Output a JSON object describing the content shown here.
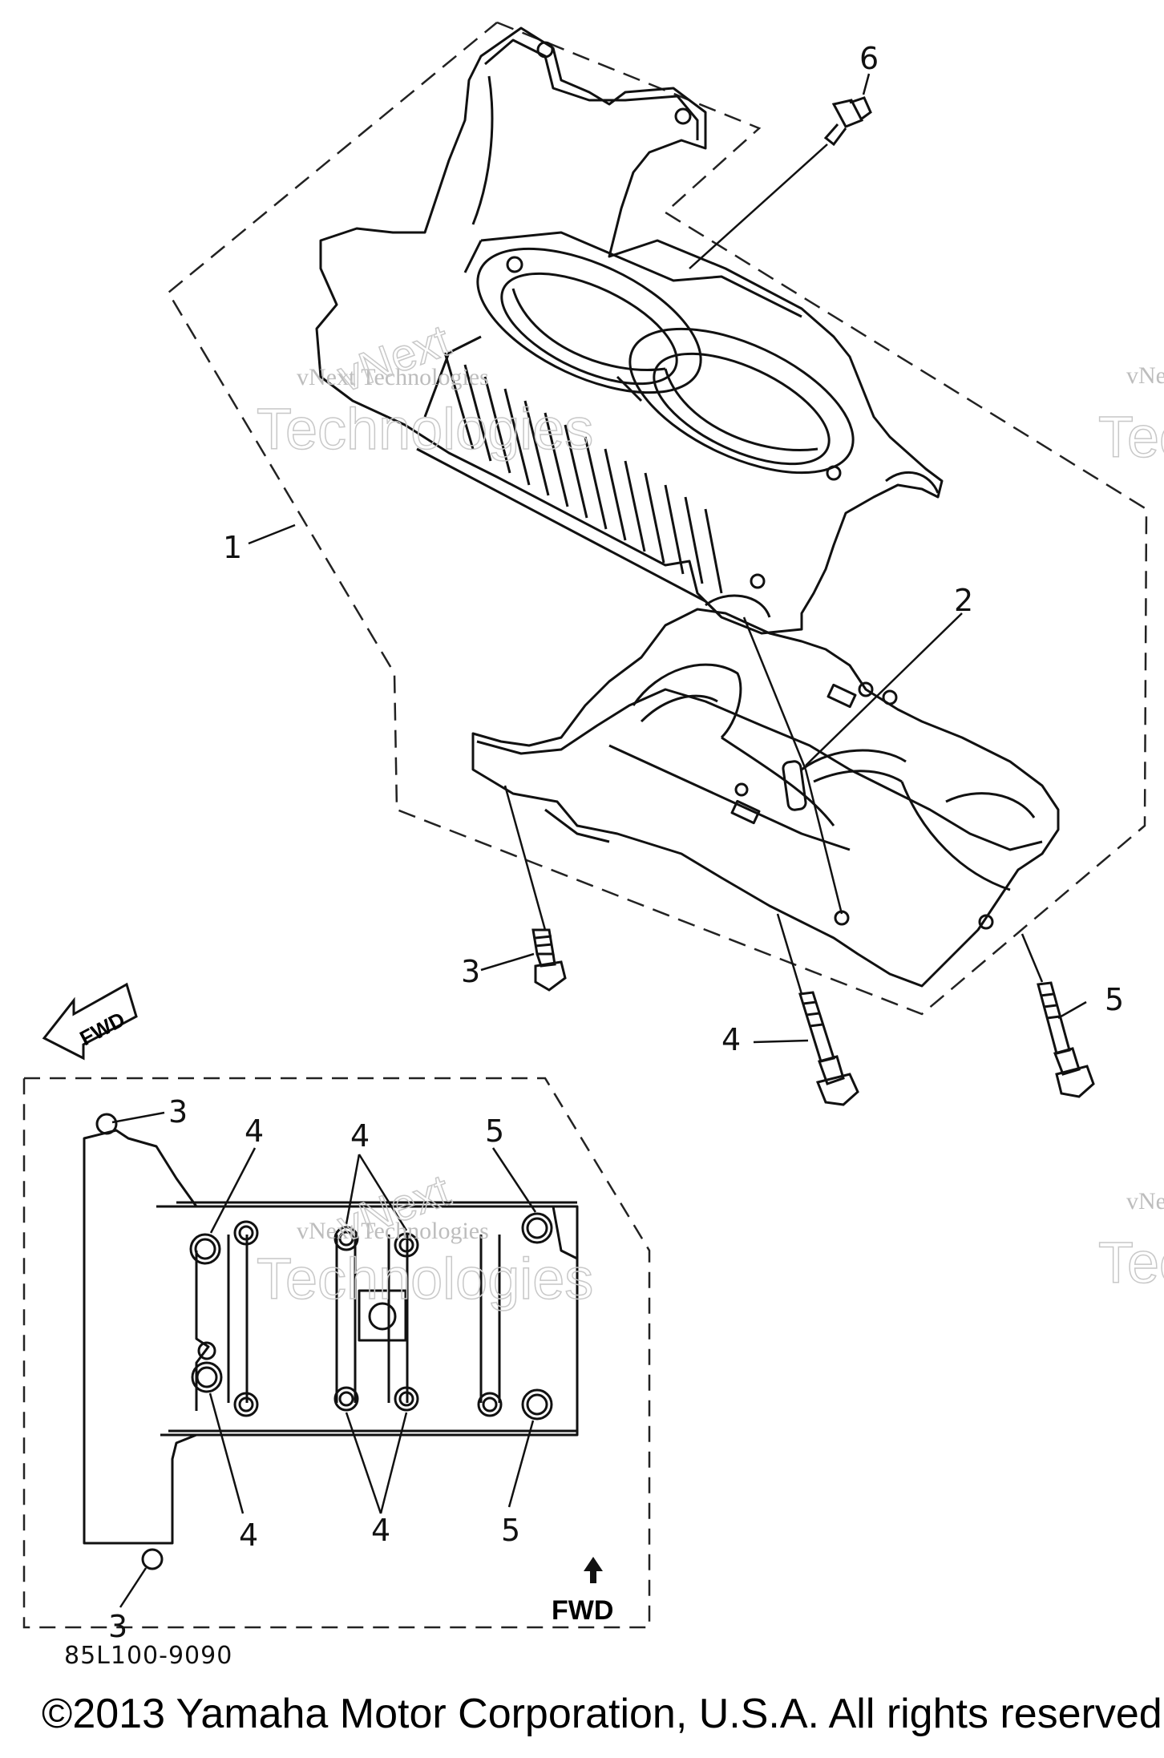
{
  "callouts": {
    "c1": "1",
    "c2": "2",
    "c3": "3",
    "c4": "4",
    "c5": "5",
    "c6": "6"
  },
  "inset_callouts": {
    "i3_top": "3",
    "i4_top_left": "4",
    "i4_top_mid": "4",
    "i5_top": "5",
    "i4_bottom_left": "4",
    "i4_bottom_mid": "4",
    "i5_bottom": "5",
    "i3_bottom": "3"
  },
  "fwd_arrow_label": "FWD",
  "inset_fwd_label": "FWD",
  "watermark": {
    "line1": "vNext Technologies",
    "line2": "Technologies",
    "diag": "vNext"
  },
  "diagram_code": "85L100-9090",
  "copyright": "©2013 Yamaha Motor Corporation, U.S.A. All rights reserved."
}
